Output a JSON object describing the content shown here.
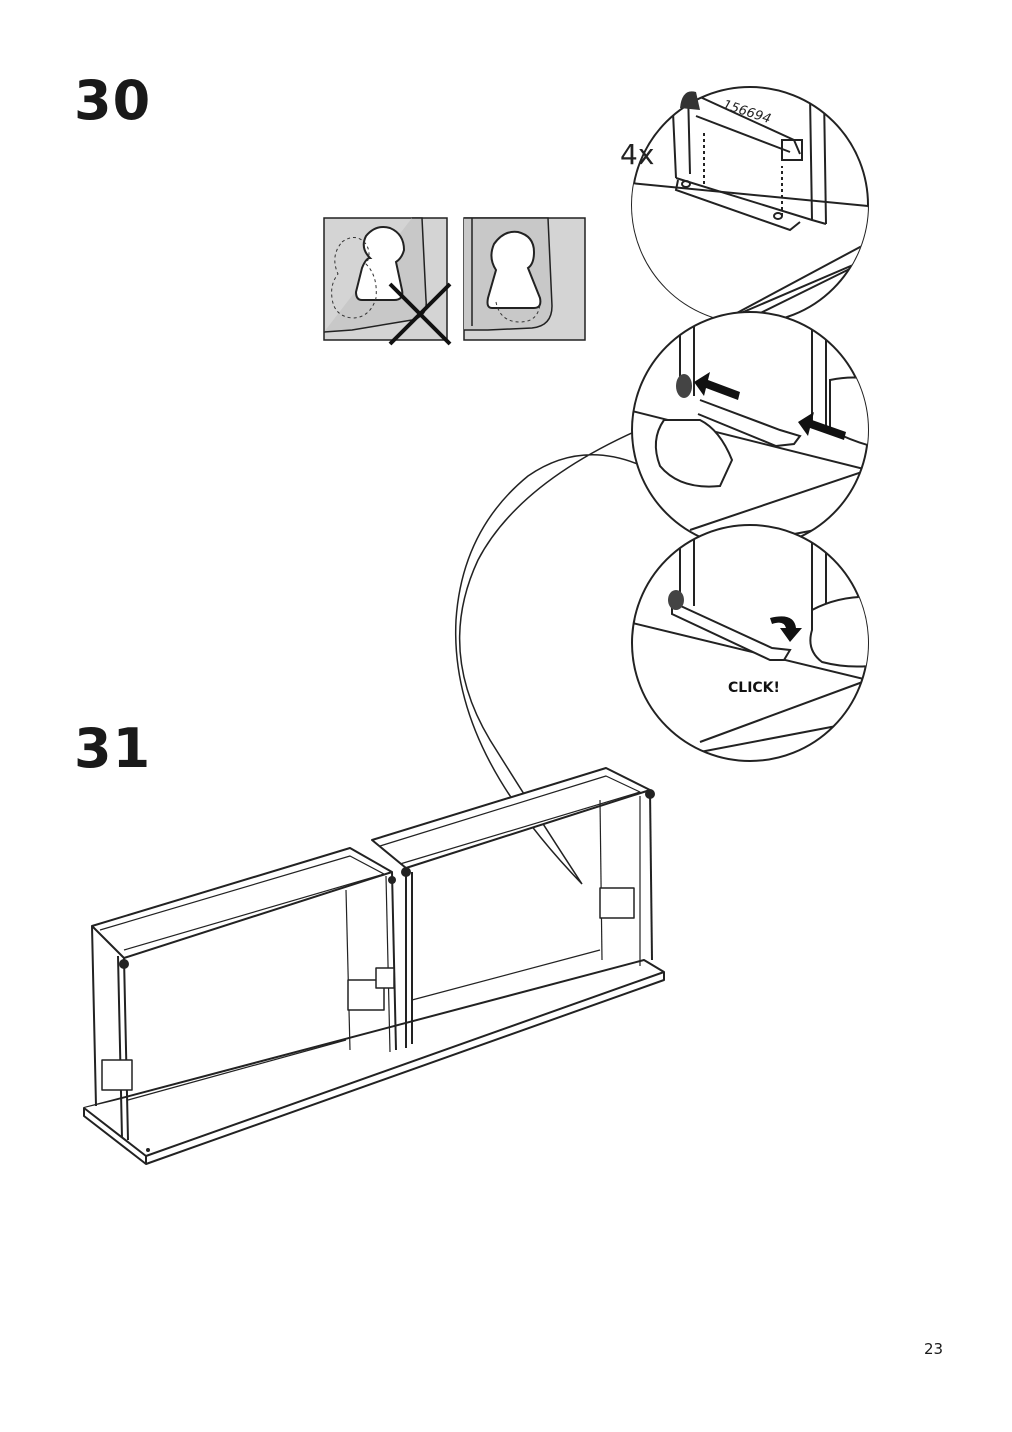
{
  "steps": [
    {
      "number": "30"
    },
    {
      "number": "31"
    }
  ],
  "detail_1": {
    "quantity": "4x",
    "part_number": "156694"
  },
  "detail_3": {
    "sound_label": "CLICK!"
  },
  "page": {
    "number": "23"
  },
  "icons": [
    "wrong-cross-icon",
    "push-arrow-icon",
    "rotate-arrow-icon"
  ]
}
